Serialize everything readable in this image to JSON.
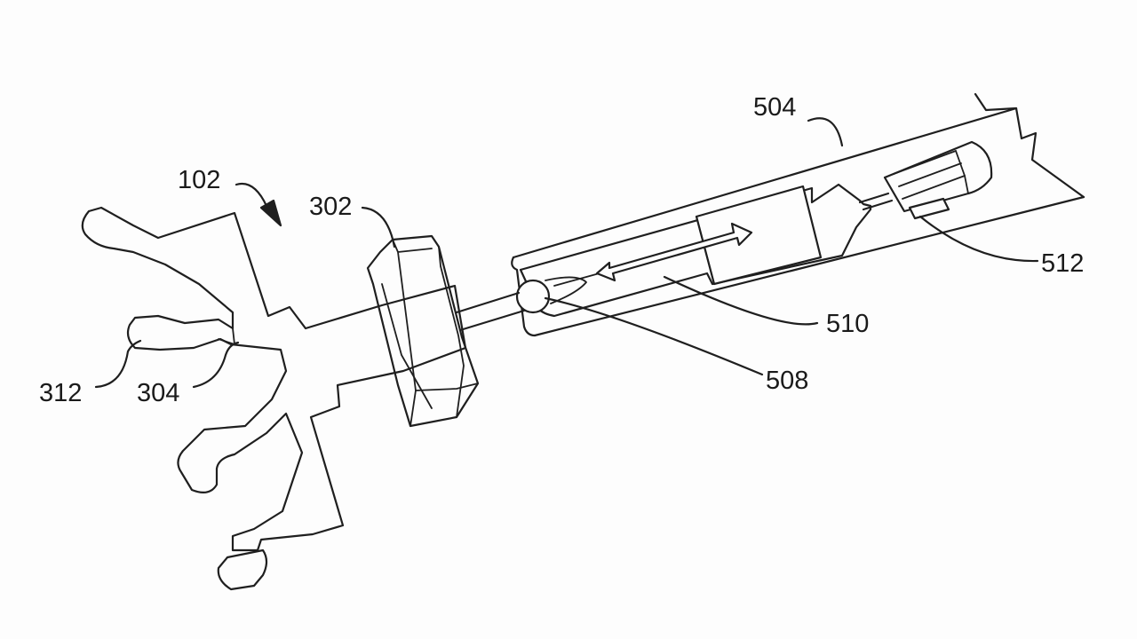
{
  "figure": {
    "labels": {
      "ref_102": "102",
      "ref_302": "302",
      "ref_304": "304",
      "ref_312": "312",
      "ref_504": "504",
      "ref_508": "508",
      "ref_510": "510",
      "ref_512": "512"
    }
  }
}
